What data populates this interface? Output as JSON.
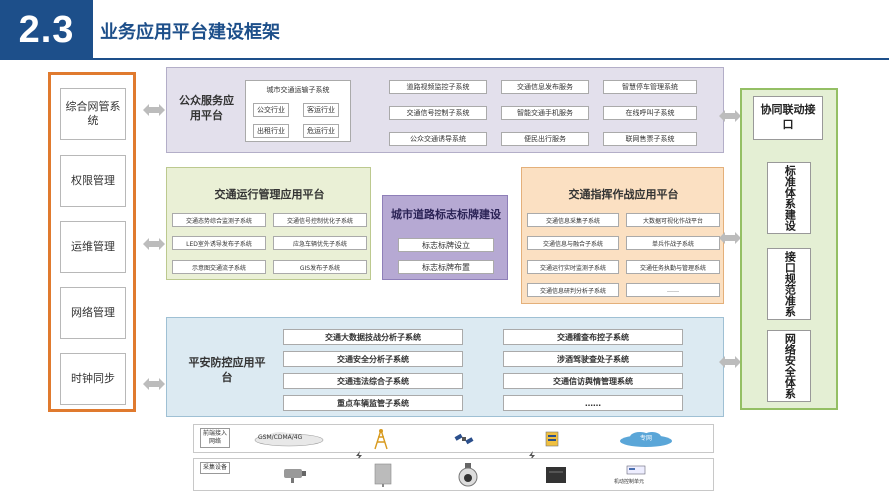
{
  "header": {
    "number": "2.3",
    "title": "业务应用平台建设框架"
  },
  "left_panel": {
    "items": [
      "综合网管系统",
      "权限管理",
      "运维管理",
      "网络管理",
      "时钟同步"
    ]
  },
  "public_platform": {
    "title": "公众服务应用平台",
    "sub_title": "城市交通运输子系统",
    "industries": [
      "公交行业",
      "客运行业",
      "出租行业",
      "危运行业"
    ],
    "systems": [
      "道路视频监控子系统",
      "交通信息发布服务",
      "智慧停车管理系统",
      "交通信号控制子系统",
      "智能交通手机服务",
      "在线呼叫子系统",
      "公众交通诱导系统",
      "便民出行服务",
      "联网售票子系统"
    ]
  },
  "traffic_ops": {
    "title": "交通运行管理应用平台",
    "systems": [
      "交通态势综合监测子系统",
      "交通信号控制优化子系统",
      "LED室外诱导发布子系统",
      "应急车辆优先子系统",
      "示意图交通流子系统",
      "GIS发布子系统"
    ]
  },
  "road_sign": {
    "title": "城市道路标志标牌建设",
    "items": [
      "标志标牌设立",
      "标志标牌布置"
    ]
  },
  "command": {
    "title": "交通指挥作战应用平台",
    "systems": [
      "交通信息采集子系统",
      "大数据可视化作战平台",
      "交通信息与融合子系统",
      "单兵作战子系统",
      "交通运行实时监测子系统",
      "交通任务执勤与管理系统",
      "交通信息研判分析子系统",
      "……"
    ]
  },
  "security": {
    "title": "平安防控应用平台",
    "systems": [
      "交通大数据技战分析子系统",
      "交通稽查布控子系统",
      "交通安全分析子系统",
      "涉酒驾驶查处子系统",
      "交通违法综合子系统",
      "交通信访舆情管理系统",
      "重点车辆监管子系统",
      "……"
    ]
  },
  "right_panel": {
    "top": "协同联动接口",
    "items": [
      "标准体系建设",
      "接口规范准系",
      "网络安全体系"
    ]
  },
  "network_row": {
    "label": "前端接入网络",
    "gsm": "GSM/CDMA/4G",
    "private": "专网"
  },
  "device_row": {
    "label": "采集设备",
    "last": "机动控制单元"
  },
  "colors": {
    "header": "#1d4f8a",
    "left_border": "#e07a2e",
    "right_border": "#94bf64"
  }
}
